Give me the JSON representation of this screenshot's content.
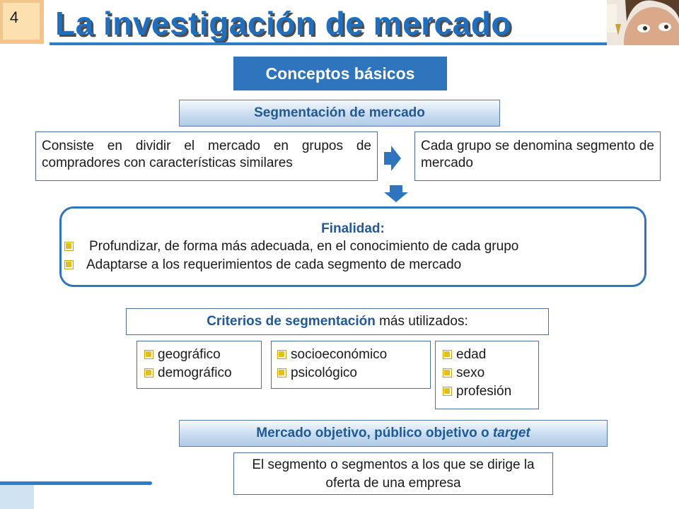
{
  "header": {
    "page_number": "4",
    "title": "La investigación de mercado"
  },
  "section_title": "Conceptos básicos",
  "segmentacion": {
    "heading": "Segmentación de mercado",
    "definition": "Consiste en dividir el mercado en grupos de compradores con características similares",
    "result": "Cada grupo se denomina segmento de mercado"
  },
  "finalidad": {
    "heading": "Finalidad:",
    "items": [
      "Profundizar, de forma más adecuada, en el conocimiento de cada grupo",
      "Adaptarse a los requerimientos de cada segmento de mercado"
    ]
  },
  "criterios": {
    "heading_bold": "Criterios de segmentación",
    "heading_rest": " más utilizados:",
    "group1": [
      "geográfico",
      "demográfico"
    ],
    "group2": [
      "socioeconómico",
      "psicológico"
    ],
    "group3": [
      "edad",
      "sexo",
      "profesión"
    ]
  },
  "mercado_objetivo": {
    "heading_main": "Mercado objetivo, público objetivo o ",
    "heading_italic": "target",
    "description": "El segmento o segmentos a los que se dirige la oferta de una empresa"
  },
  "colors": {
    "accent_blue": "#2f75bd",
    "title_blue": "#1f6fc0",
    "bullet_yellow": "#e4bf1a"
  },
  "icons": [
    "arrow-right-icon",
    "arrow-down-icon",
    "bullet-square-icon"
  ]
}
